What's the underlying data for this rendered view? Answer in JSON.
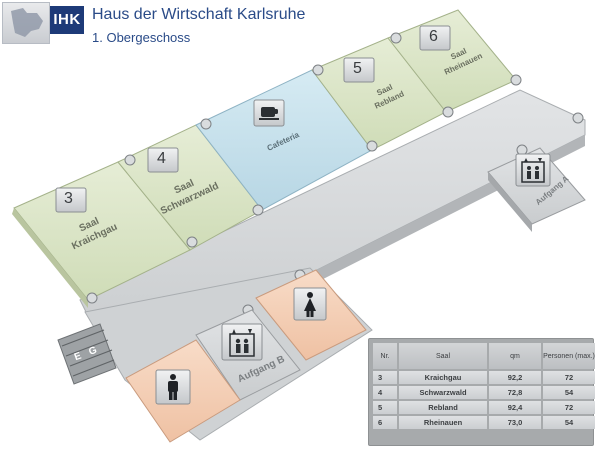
{
  "header": {
    "logo_text": "IHK",
    "title": "Haus der Wirtschaft Karlsruhe",
    "subtitle": "1. Obergeschoss"
  },
  "rooms": [
    {
      "nr": "3",
      "label_line1": "Saal",
      "label_line2": "Kraichgau"
    },
    {
      "nr": "4",
      "label_line1": "Saal",
      "label_line2": "Schwarzwald"
    },
    {
      "nr": "5",
      "label_line1": "Saal",
      "label_line2": "Rebland"
    },
    {
      "nr": "6",
      "label_line1": "Saal",
      "label_line2": "Rheinauen"
    }
  ],
  "cafeteria": {
    "label": "Cafeteria",
    "icon": "coffee-cup-icon"
  },
  "stairs": {
    "a": {
      "label": "Aufgang A",
      "icon": "elevator-icon"
    },
    "b": {
      "label": "Aufgang B",
      "icon": "elevator-icon"
    }
  },
  "restrooms": {
    "men_icon": "man-restroom-icon",
    "women_icon": "woman-restroom-icon"
  },
  "eg_label": "E G",
  "colors": {
    "hall": "#dfe8cd",
    "cafeteria": "#c9e3ee",
    "corridor": "#d9dbdd",
    "restroom_men": "#f5d3bc",
    "restroom_women": "#f5d3bc",
    "title_blue": "#2a4b88"
  },
  "table": {
    "headers": [
      "Nr.",
      "Saal",
      "qm",
      "Personen (max.)"
    ],
    "rows": [
      [
        "3",
        "Kraichgau",
        "92,2",
        "72"
      ],
      [
        "4",
        "Schwarzwald",
        "72,8",
        "54"
      ],
      [
        "5",
        "Rebland",
        "92,4",
        "72"
      ],
      [
        "6",
        "Rheinauen",
        "73,0",
        "54"
      ]
    ]
  }
}
